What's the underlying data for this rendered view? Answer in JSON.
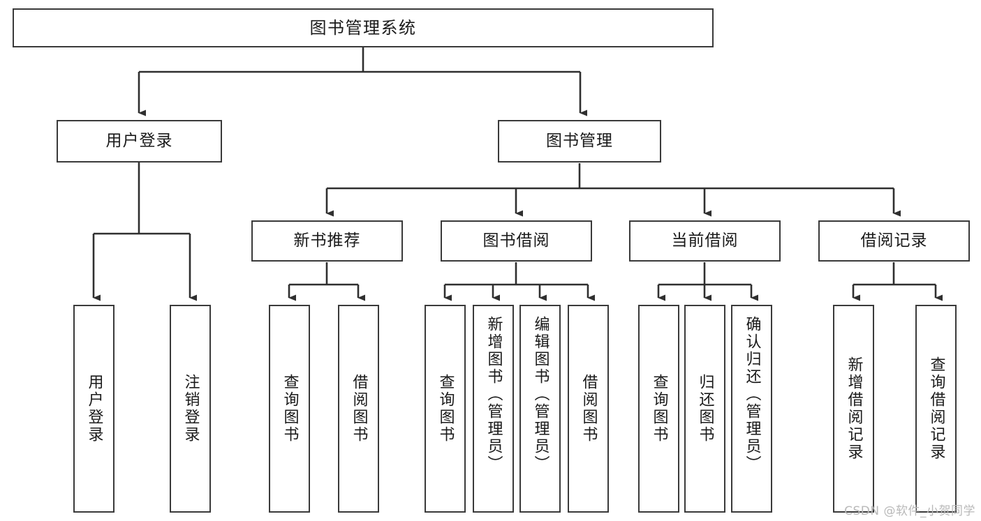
{
  "diagram": {
    "title": "图书管理系统",
    "type": "hierarchy-tree",
    "root": {
      "label": "图书管理系统"
    },
    "level2": {
      "user_login": "用户登录",
      "book_manage": "图书管理"
    },
    "level3": {
      "new_book_recommend": "新书推荐",
      "book_borrow": "图书借阅",
      "current_borrow": "当前借阅",
      "borrow_record": "借阅记录"
    },
    "leaves": {
      "user_login_1": "用户登录",
      "user_login_2": "注销登录",
      "recommend_1": "查询图书",
      "recommend_2": "借阅图书",
      "borrow_1": "查询图书",
      "borrow_2": "新增图书（管理员）",
      "borrow_3": "编辑图书（管理员）",
      "borrow_4": "借阅图书",
      "current_1": "查询图书",
      "current_2": "归还图书",
      "current_3": "确认归还（管理员）",
      "record_1": "新增借阅记录",
      "record_2": "查询借阅记录"
    }
  },
  "watermark": {
    "text": "CSDN @软件_小贺同学"
  },
  "colors": {
    "border": "#3a3a3a",
    "background": "#ffffff",
    "text": "#1a1a1a",
    "watermark": "#b9b9b9"
  }
}
